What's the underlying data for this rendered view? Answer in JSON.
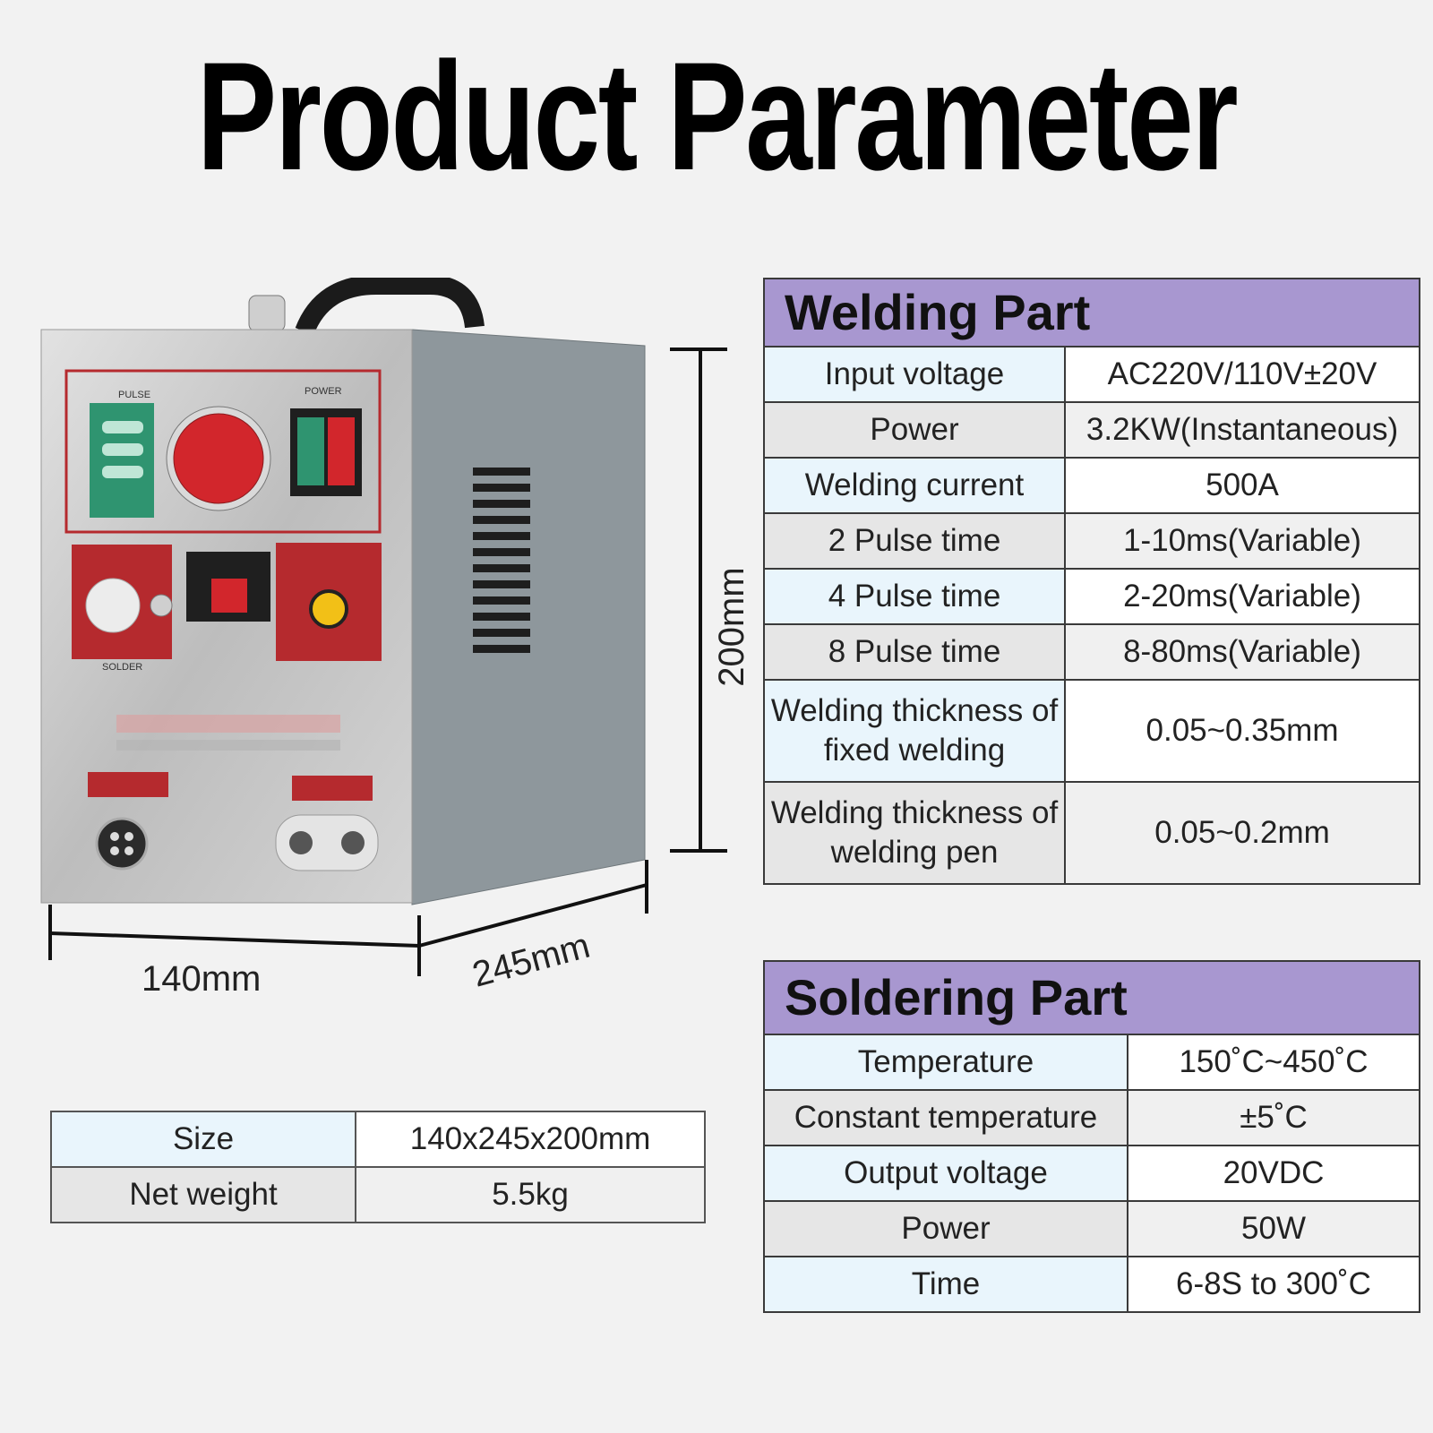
{
  "title": "Product Parameter",
  "welding": {
    "heading": "Welding Part",
    "rows": [
      {
        "label": "Input voltage",
        "value": "AC220V/110V±20V"
      },
      {
        "label": "Power",
        "value": "3.2KW(Instantaneous)"
      },
      {
        "label": "Welding current",
        "value": "500A"
      },
      {
        "label": "2 Pulse time",
        "value": "1-10ms(Variable)"
      },
      {
        "label": "4 Pulse time",
        "value": "2-20ms(Variable)"
      },
      {
        "label": "8 Pulse time",
        "value": "8-80ms(Variable)"
      },
      {
        "label": "Welding thickness of fixed welding",
        "value": "0.05~0.35mm"
      },
      {
        "label": "Welding thickness of welding pen",
        "value": "0.05~0.2mm"
      }
    ]
  },
  "soldering": {
    "heading": "Soldering Part",
    "rows": [
      {
        "label": "Temperature",
        "value": "150˚C~450˚C"
      },
      {
        "label": "Constant temperature",
        "value": "±5˚C"
      },
      {
        "label": "Output voltage",
        "value": "20VDC"
      },
      {
        "label": "Power",
        "value": "50W"
      },
      {
        "label": "Time",
        "value": "6-8S  to  300˚C"
      }
    ]
  },
  "size_table": {
    "rows": [
      {
        "label": "Size",
        "value": "140x245x200mm"
      },
      {
        "label": "Net weight",
        "value": "5.5kg"
      }
    ]
  },
  "dimensions": {
    "width": "140mm",
    "depth": "245mm",
    "height": "200mm"
  },
  "panel": {
    "pulse": "PULSE",
    "power": "POWER",
    "solder": "SOLDER"
  },
  "colors": {
    "header_bg": "#a897d0",
    "key_blue": "#e9f5fc",
    "key_grey": "#e6e6e6",
    "panel_red": "#b52a2e",
    "panel_green": "#2f9470"
  }
}
